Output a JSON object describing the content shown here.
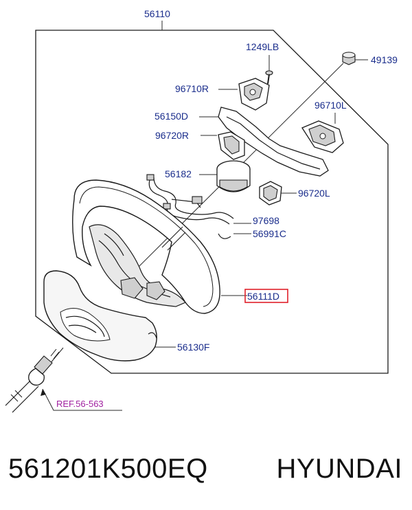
{
  "diagram": {
    "labels": {
      "assembly": "56110",
      "bolt": "1249LB",
      "nut": "49139",
      "switch_right": "96710R",
      "switch_left": "96710L",
      "cover": "56150D",
      "remote_right": "96720R",
      "remote_left": "96720L",
      "clock_spring": "56182",
      "harness_a": "97698",
      "harness_b": "56991C",
      "wheel_body": "56111D",
      "lower_cover": "56130F",
      "reference": "REF.56-563"
    },
    "highlight_color": "#e0202a",
    "label_color": "#1a2d8c",
    "reference_color": "#a020a0"
  },
  "footer": {
    "part_number": "561201K500EQ",
    "brand": "HYUNDAI"
  }
}
